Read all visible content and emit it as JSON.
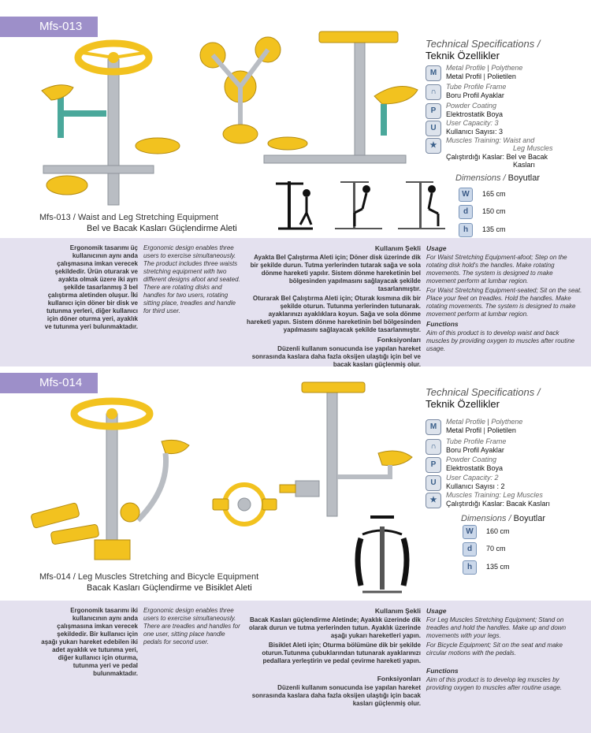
{
  "colors": {
    "accent": "#9d8fc9",
    "panel": "#e4e1ef",
    "machine_yellow": "#f2c21f",
    "machine_gray": "#b9bdc3",
    "machine_teal": "#4aa89b"
  },
  "products": [
    {
      "code": "Mfs-013",
      "caption_en": "Mfs-013 / Waist and Leg Stretching Equipment",
      "caption_tr": "Bel ve Bacak Kasları Güçlendirme Aleti",
      "spec_title_en": "Technical Specifications /",
      "spec_title_tr": "Teknik Özellikler",
      "specs": [
        {
          "icon": "metal-profile-icon",
          "glyph": "M",
          "it": "Metal Profile",
          "it2": "Polythene",
          "tr": "Metal Profil",
          "tr2": "Polietilen"
        },
        {
          "icon": "tube-profile-icon",
          "glyph": "∩",
          "it": "Tube Profile Frame",
          "tr": "Boru Profil Ayaklar"
        },
        {
          "icon": "powder-coating-icon",
          "glyph": "P",
          "it": "Powder Coating",
          "tr": "Elektrostatik Boya"
        },
        {
          "icon": "user-capacity-icon",
          "glyph": "U",
          "it": "User Capacity:  3",
          "tr": "Kullanıcı Sayısı:  3"
        },
        {
          "icon": "muscles-training-icon",
          "glyph": "★",
          "it": "Muscles Training:    Waist and",
          "it_b": "Leg Muscles",
          "tr": "Çalıştırdığı Kaslar:  Bel  ve Bacak",
          "tr_b": "Kasları"
        }
      ],
      "dim_title_en": "Dimensions /",
      "dim_title_tr": "Boyutlar",
      "dims": [
        {
          "glyph": "W",
          "value": "165 cm"
        },
        {
          "glyph": "d",
          "value": "150 cm"
        },
        {
          "glyph": "h",
          "value": "135 cm"
        }
      ],
      "tr_desc": "Ergonomik tasarımı üç kullanıcının aynı anda çalışmasına imkan verecek şekildedir. Ürün oturarak ve ayakta olmak üzere iki ayrı şekilde tasarlanmış 3 bel çalıştırma aletinden oluşur. İki kullanıcı için döner bir disk ve tutunma yerleri, diğer kullanıcı için döner oturma yeri, ayaklık ve tutunma yeri bulunmaktadır.",
      "en_desc": "Ergonomic design enables three users to exercise simultaneously. The product includes three waists stretching equipment with two different designs afoot and seated. There are rotating disks and handles for two users, rotating sitting place, treadles and handle for third user.",
      "usage_tr_head": "Kullanım Şekli",
      "usage_tr": [
        "Ayakta Bel Çalıştırma Aleti için; Döner disk üzerinde dik bir şekilde durun.  Tutma yerlerinden tutarak sağa ve sola dönme hareketi yapılır. Sistem dönme hareketinin bel bölgesinden yapılmasını sağlayacak şekilde tasarlanmıştır.",
        "Oturarak  Bel Çalıştırma Aleti için; Oturak kısmına dik bir şekilde oturun. Tutunma yerlerinden tutunarak. ayaklarınızı ayaklıklara koyun.  Sağa ve sola dönme hareketi yapın.  Sistem dönme hareketinin bel bölgesinden yapılmasını sağlayacak şekilde tasarlanmıştır."
      ],
      "func_tr_head": "Fonksiyonları",
      "func_tr": "Düzenli kullanım sonucunda ise yapılan hareket sonrasında kaslara daha fazla oksijen ulaştığı için bel ve bacak kasları güçlenmiş olur.",
      "usage_en_head": "Usage",
      "usage_en": [
        "For Waist Stretching Equipment-afoot; Step on the rotating disk hold's the handles. Make rotating movements. The system is designed to make movement perform at lumbar region.",
        "For Waist Stretching Equipment-seated; Sit on the seat. Place your feet on treadles. Hold the handles. Make rotating movements. The system is designed to make movement perform at lumbar region."
      ],
      "func_en_head": "Functions",
      "func_en": "Aim of this product is to develop waist and back muscles by providing oxygen to muscles after routine usage."
    },
    {
      "code": "Mfs-014",
      "caption_en": "Mfs-014 / Leg Muscles Stretching and Bicycle Equipment",
      "caption_tr": "Bacak Kasları Güçlendirme ve Bisiklet Aleti",
      "spec_title_en": "Technical Specifications /",
      "spec_title_tr": "Teknik Özellikler",
      "specs": [
        {
          "icon": "metal-profile-icon",
          "glyph": "M",
          "it": "Metal Profile",
          "it2": "Polythene",
          "tr": "Metal Profil",
          "tr2": "Polietilen"
        },
        {
          "icon": "tube-profile-icon",
          "glyph": "∩",
          "it": "Tube Profile Frame",
          "tr": "Boru Profil Ayaklar"
        },
        {
          "icon": "powder-coating-icon",
          "glyph": "P",
          "it": "Powder Coating",
          "tr": "Elektrostatik Boya"
        },
        {
          "icon": "user-capacity-icon",
          "glyph": "U",
          "it": "User Capacity:  2",
          "tr": "Kullanıcı Sayısı : 2"
        },
        {
          "icon": "muscles-training-icon",
          "glyph": "★",
          "it": "Muscles Training:   Leg Muscles",
          "tr": "Çalıştırdığı Kaslar:  Bacak Kasları"
        }
      ],
      "dim_title_en": "Dimensions /",
      "dim_title_tr": "Boyutlar",
      "dims": [
        {
          "glyph": "W",
          "value": "160 cm"
        },
        {
          "glyph": "d",
          "value": "70 cm"
        },
        {
          "glyph": "h",
          "value": "135 cm"
        }
      ],
      "tr_desc": "Ergonomik tasarımı iki kullanıcının aynı anda çalışmasına imkan verecek şekildedir. Bir kullanıcı için aşağı yukarı hareket edebilen iki adet ayaklık ve tutunma yeri, diğer kullanıcı için oturma, tutunma yeri ve pedal bulunmaktadır.",
      "en_desc": "Ergonomic design enables three users to exercise simultaneously. There are treadles and handles for one user, sitting place handle pedals for second user.",
      "usage_tr_head": "Kullanım Şekli",
      "usage_tr": [
        "Bacak Kasları güçlendirme Aletinde; Ayaklık üzerinde dik olarak durun ve tutma yerlerinden tutun. Ayaklık üzerinde aşağı yukarı hareketleri yapın.",
        "Bisiklet Aleti için; Oturma bölümüne dik bir şekilde oturun.Tutunma çubuklarından tutunarak ayaklarınızı pedallara yerleştirin ve pedal çevirme hareketi yapın."
      ],
      "func_tr_head": "Fonksiyonları",
      "func_tr": "Düzenli kullanım sonucunda ise yapılan hareket sonrasında kaslara daha fazla oksijen ulaştığı için bacak kasları güçlenmiş olur.",
      "usage_en_head": "Usage",
      "usage_en": [
        "For Leg Muscles Stretching Equipment; Stand on treadles and hold the handles. Make up and down movements with your legs.",
        "For Bicycle Equipment;  Sit on the seat and make circular motions with the pedals."
      ],
      "func_en_head": "Functions",
      "func_en": "Aim of this product is to develop leg muscles by providing oxygen to muscles after routine usage."
    }
  ]
}
